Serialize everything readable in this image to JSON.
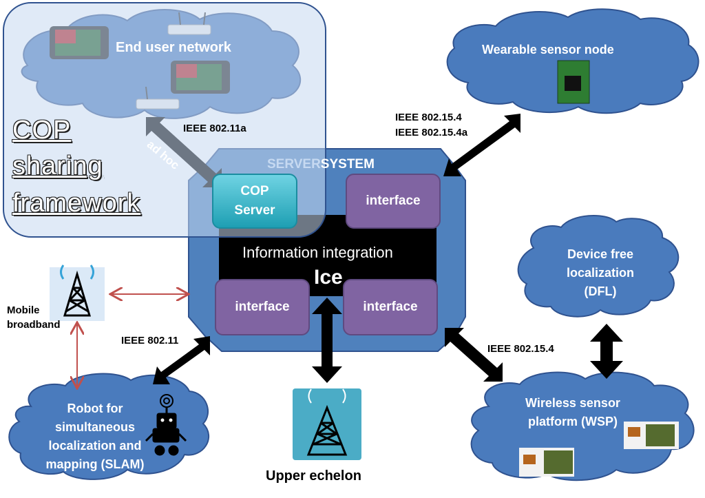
{
  "colors": {
    "cloud": "#4a7bbd",
    "cloud_border": "#2f528f",
    "server_outer": "#4f81bd",
    "cop_overlay": "#c6d9f1",
    "interface": "#8064a2",
    "cop_server": "#31b6c8",
    "info_box": "#000000",
    "mobile_link": "#c0504d"
  },
  "cop_framework": {
    "line1": "COP",
    "line2": "sharing",
    "line3": "framework"
  },
  "end_user_network": {
    "label": "End user network"
  },
  "wearable": {
    "label": "Wearable sensor node"
  },
  "server": {
    "title_a": "SERVER",
    "title_b": "SYSTEM",
    "cop_server_line1": "COP",
    "cop_server_line2": "Server",
    "interface_top": "interface",
    "interface_left": "interface",
    "interface_right": "interface",
    "info_integration": "Information integration",
    "ice": "Ice"
  },
  "dfl": {
    "line1": "Device free",
    "line2": "localization",
    "line3": "(DFL)"
  },
  "wsp": {
    "line1": "Wireless sensor",
    "line2": "platform (WSP)"
  },
  "robot": {
    "line1": "Robot for",
    "line2": "simultaneous",
    "line3": "localization and",
    "line4": "mapping (SLAM)"
  },
  "mobile": {
    "line1": "Mobile",
    "line2": "broadband"
  },
  "upper": {
    "label": "Upper echelon"
  },
  "links": {
    "ad_hoc": "ad hoc",
    "ieee_80211a": "IEEE 802.11a",
    "ieee_802154": "IEEE 802.15.4",
    "ieee_802154a": "IEEE 802.15.4a",
    "ieee_80211": "IEEE 802.11",
    "ieee_802154_wsp": "IEEE 802.15.4"
  }
}
